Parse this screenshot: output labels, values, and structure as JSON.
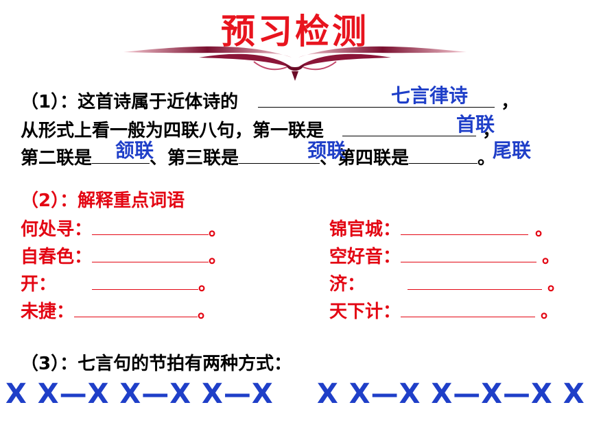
{
  "title": "预习检测",
  "q1": {
    "line1_prefix": "（1）：这首诗属于近体诗的",
    "line1_suffix": "，",
    "answer1": "七言律诗",
    "line2_prefix": "从形式上看一般为四联八句，第一联是",
    "line2_suffix": "，",
    "answer2": "首联",
    "line3_a": "第二联是",
    "answer3": "颔联",
    "line3_b": "、第三联是",
    "answer4": "颈联",
    "line3_c": "、第四联是",
    "answer5": "尾联",
    "line3_end": "。"
  },
  "q2": {
    "heading": "（2）：解释重点词语",
    "left": [
      {
        "term": "何处寻：",
        "end": "。"
      },
      {
        "term": "自春色：",
        "end": "。"
      },
      {
        "term": "开：",
        "end": "。"
      },
      {
        "term": "未捷：",
        "end": "。"
      }
    ],
    "right": [
      {
        "term": "锦官城：",
        "end": "。"
      },
      {
        "term": "空好音：",
        "end": "。"
      },
      {
        "term": "济：",
        "end": "。"
      },
      {
        "term": "天下计：",
        "end": "。"
      }
    ]
  },
  "q3": {
    "heading": "（3）：七言句的节拍有两种方式：",
    "pattern1": "X X—X X—X X—X",
    "pattern2": "X X—X X—X—X X"
  },
  "colors": {
    "title": "#e8141e",
    "answer": "#1f3fc8",
    "red_text": "#e30613"
  }
}
